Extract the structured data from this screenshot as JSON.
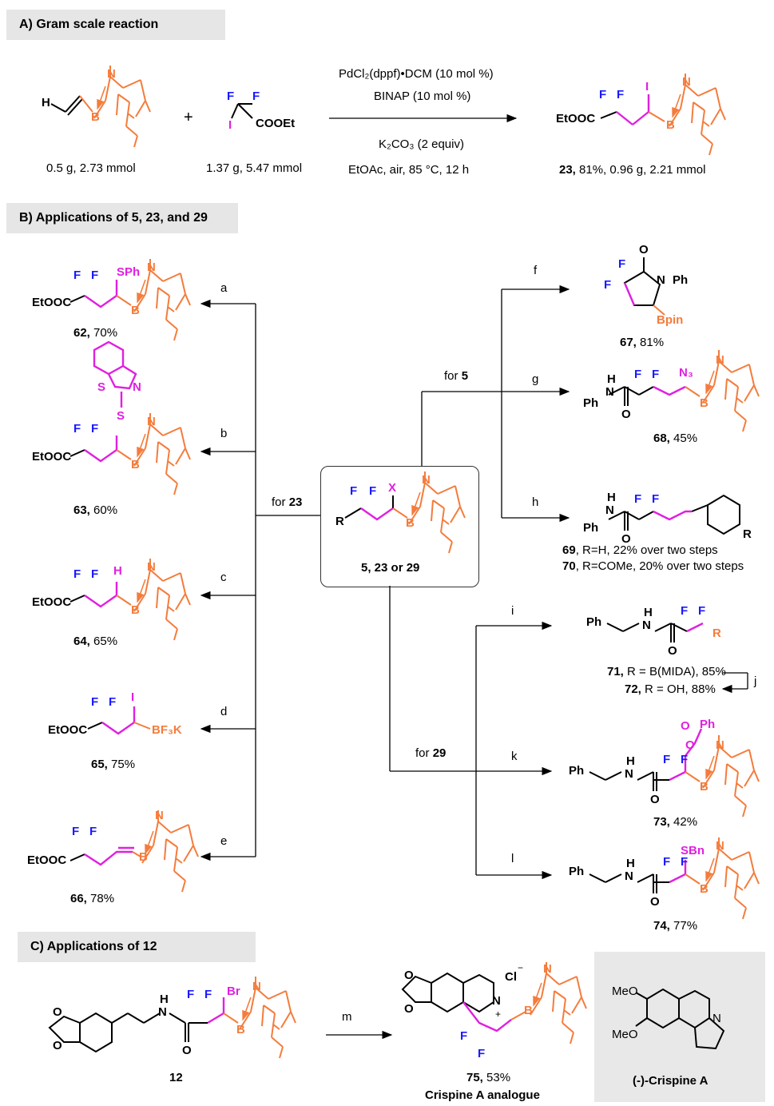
{
  "sections": {
    "a": "A) Gram scale reaction",
    "b": "B) Applications of 5, 23, and 29",
    "c": "C) Applications of 12"
  },
  "gram_scale": {
    "reagent1_amount": "0.5 g, 2.73 mmol",
    "reagent2_amount": "1.37 g, 5.47 mmol",
    "plus": "+",
    "conditions_above_1": "PdCl₂(dppf)•DCM (10 mol %)",
    "conditions_above_2": "BINAP (10 mol %)",
    "conditions_below_1": "K₂CO₃ (2 equiv)",
    "conditions_below_2": "EtOAc, air, 85 °C, 12 h",
    "product_num": "23,",
    "product_yield": " 81%, 0.96 g, 2.21 mmol"
  },
  "central": {
    "label": "5, 23 or 29",
    "r": "R",
    "x": "X"
  },
  "branch_labels": {
    "for23_pre": "for ",
    "for23": "23",
    "for5_pre": "for ",
    "for5": "5",
    "for29_pre": "for ",
    "for29": "29"
  },
  "letters": [
    "a",
    "b",
    "c",
    "d",
    "e",
    "f",
    "g",
    "h",
    "i",
    "j",
    "k",
    "l",
    "m"
  ],
  "products": [
    {
      "num": "62,",
      "yield": " 70%"
    },
    {
      "num": "63,",
      "yield": " 60%"
    },
    {
      "num": "64,",
      "yield": " 65%"
    },
    {
      "num": "65,",
      "yield": " 75%"
    },
    {
      "num": "66,",
      "yield": " 78%"
    },
    {
      "num": "67,",
      "yield": " 81%"
    },
    {
      "num": "68,",
      "yield": " 45%"
    },
    {
      "num": "69",
      "yield": ", R=H, 22% over two steps"
    },
    {
      "num": "70",
      "yield": ", R=COMe, 20% over two steps"
    },
    {
      "num": "71,",
      "yield": " R = B(MIDA), 85%"
    },
    {
      "num": "72,",
      "yield": " R = OH, 88%"
    },
    {
      "num": "73,",
      "yield": " 42%"
    },
    {
      "num": "74,",
      "yield": " 77%"
    },
    {
      "num": "75,",
      "yield": " 53%"
    }
  ],
  "start_12": "12",
  "crispine_analogue": "Crispine A analogue",
  "crispine": "(-)-Crispine A",
  "atoms": {
    "F": "F",
    "I": "I",
    "H": "H",
    "N": "N",
    "B": "B",
    "O": "O",
    "S": "S",
    "SPh": "SPh",
    "SBn": "SBn",
    "Br": "Br",
    "N3": "N₃",
    "Bpin": "Bpin",
    "BF3K": "BF₃K",
    "Ph": "Ph",
    "EtOOC": "EtOOC",
    "COOEt": "COOEt",
    "Cl": "Cl",
    "MeO": "MeO",
    "R": "R",
    "NH": "N",
    "plus": "+",
    "minus": "−"
  },
  "colors": {
    "boron": "#f47c3c",
    "fluorine": "#1a1aff",
    "highlight": "#e020e0"
  }
}
